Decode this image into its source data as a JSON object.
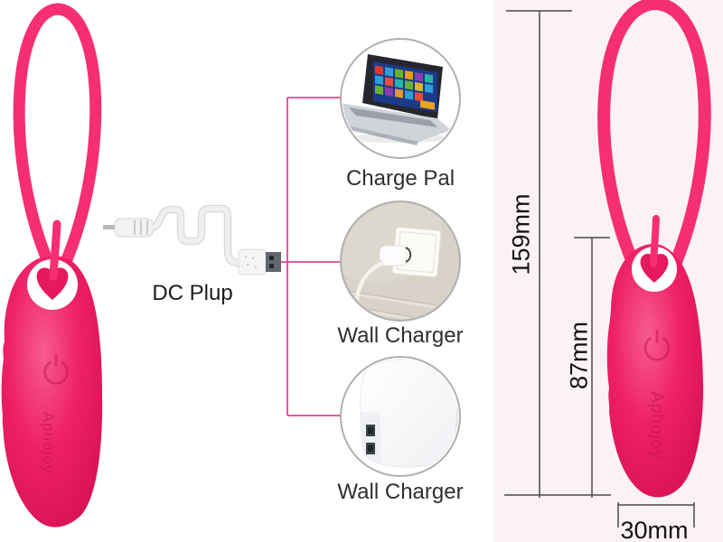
{
  "product": {
    "brand": "Aphojoy"
  },
  "charging": {
    "cable_label": "DC Plup",
    "options": [
      {
        "id": "laptop",
        "label": "Charge Pal"
      },
      {
        "id": "wall-outlet",
        "label": "Wall Charger"
      },
      {
        "id": "power-bank",
        "label": "Wall Charger"
      }
    ]
  },
  "dimensions": {
    "total_length": "159mm",
    "body_length": "87mm",
    "body_width": "30mm"
  },
  "icons": {
    "power_button": "power-icon",
    "heart_loop": "heart-ring-icon"
  },
  "colors": {
    "device_pink": "#ec1c60",
    "loop_pink": "#f4256e",
    "heart_pink": "#e7185c",
    "connector_line_pink": "#dd4890",
    "measurement_line": "#4a4a4a",
    "left_panel_bg": "#ffffff",
    "right_panel_bg": "#fcf2f6"
  }
}
